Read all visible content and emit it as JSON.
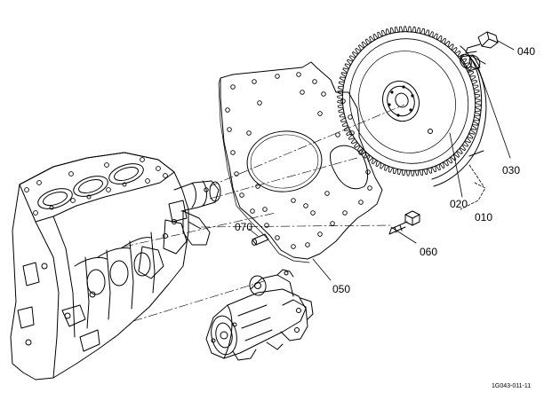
{
  "parts": [
    {
      "id": "p040",
      "number": "040"
    },
    {
      "id": "p030",
      "number": "030"
    },
    {
      "id": "p020",
      "number": "020"
    },
    {
      "id": "p010",
      "number": "010"
    },
    {
      "id": "p060",
      "number": "060"
    },
    {
      "id": "p070",
      "number": "070"
    },
    {
      "id": "p050",
      "number": "050"
    }
  ],
  "figure_ref": "1G043-011-11"
}
